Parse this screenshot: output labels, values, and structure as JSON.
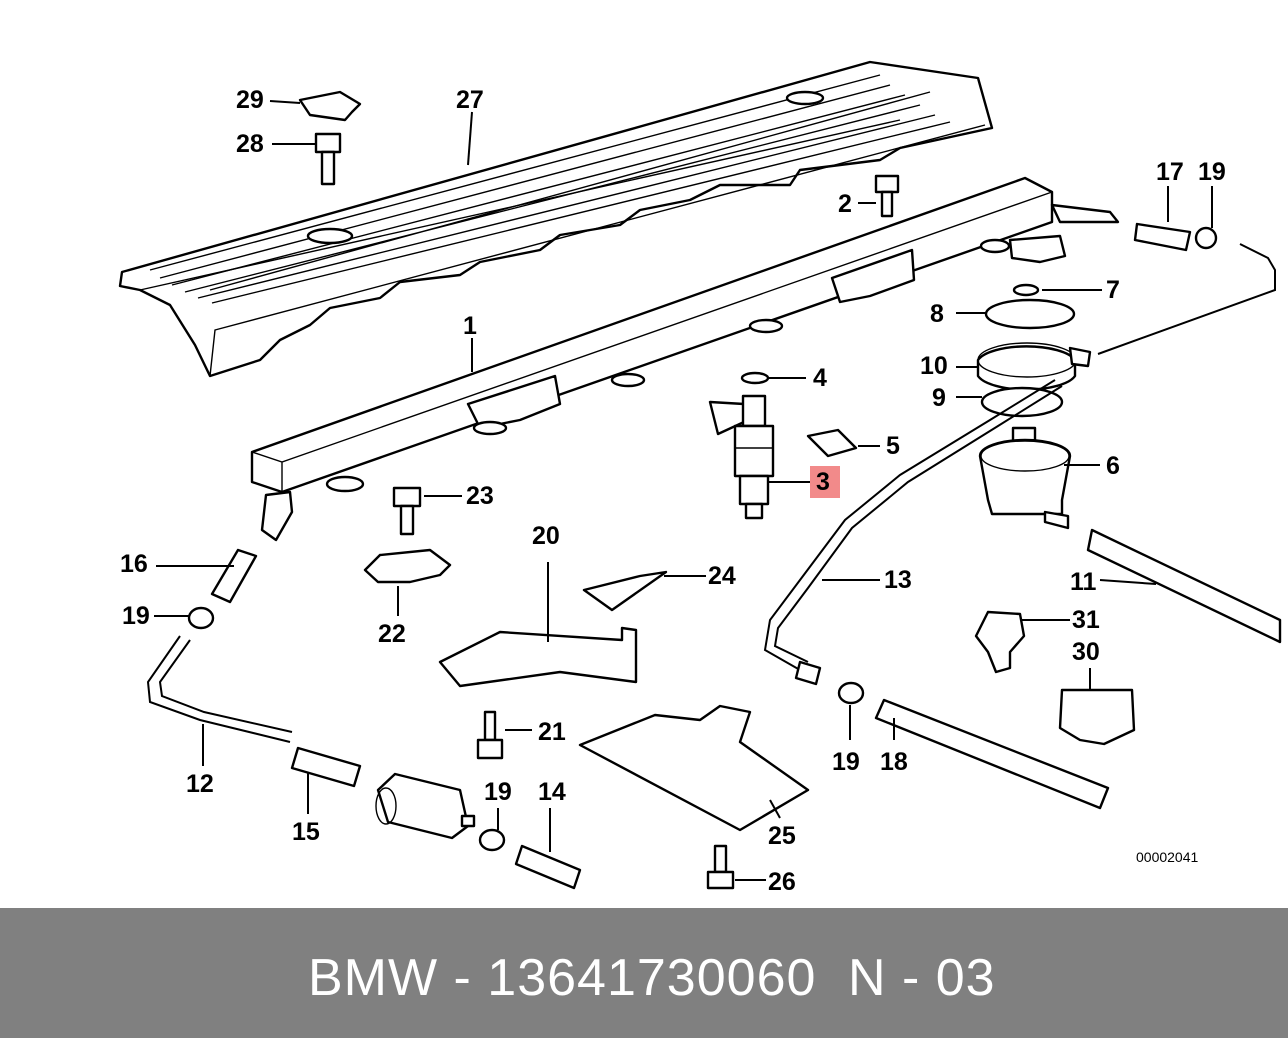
{
  "diagram": {
    "reference_number": "00002041",
    "highlight_color": "#f28a8a",
    "highlighted_part": "3",
    "callouts": [
      {
        "id": "c1",
        "label": "1"
      },
      {
        "id": "c2",
        "label": "2"
      },
      {
        "id": "c3",
        "label": "3"
      },
      {
        "id": "c4",
        "label": "4"
      },
      {
        "id": "c5",
        "label": "5"
      },
      {
        "id": "c6",
        "label": "6"
      },
      {
        "id": "c7",
        "label": "7"
      },
      {
        "id": "c8",
        "label": "8"
      },
      {
        "id": "c9",
        "label": "9"
      },
      {
        "id": "c10",
        "label": "10"
      },
      {
        "id": "c11",
        "label": "11"
      },
      {
        "id": "c12",
        "label": "12"
      },
      {
        "id": "c13",
        "label": "13"
      },
      {
        "id": "c14",
        "label": "14"
      },
      {
        "id": "c15",
        "label": "15"
      },
      {
        "id": "c16",
        "label": "16"
      },
      {
        "id": "c17",
        "label": "17"
      },
      {
        "id": "c18",
        "label": "18"
      },
      {
        "id": "c19a",
        "label": "19"
      },
      {
        "id": "c19b",
        "label": "19"
      },
      {
        "id": "c19c",
        "label": "19"
      },
      {
        "id": "c19d",
        "label": "19"
      },
      {
        "id": "c20",
        "label": "20"
      },
      {
        "id": "c21",
        "label": "21"
      },
      {
        "id": "c22",
        "label": "22"
      },
      {
        "id": "c23",
        "label": "23"
      },
      {
        "id": "c24",
        "label": "24"
      },
      {
        "id": "c25",
        "label": "25"
      },
      {
        "id": "c26",
        "label": "26"
      },
      {
        "id": "c27",
        "label": "27"
      },
      {
        "id": "c28",
        "label": "28"
      },
      {
        "id": "c29",
        "label": "29"
      },
      {
        "id": "c30",
        "label": "30"
      },
      {
        "id": "c31",
        "label": "31"
      }
    ]
  },
  "footer": {
    "brand_part": "BMW - 13641730060",
    "code": "N - 03"
  }
}
